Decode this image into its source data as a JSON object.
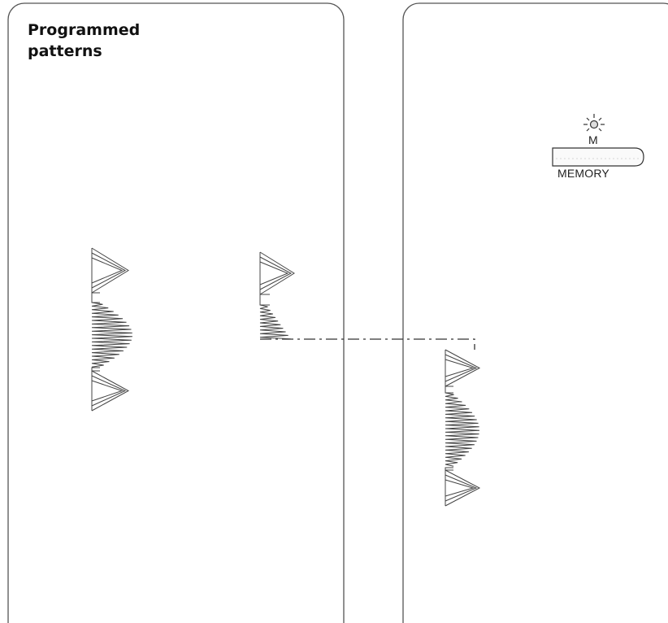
{
  "panel_left": {
    "title_line1": "Programmed",
    "title_line2": "patterns"
  },
  "memory_control": {
    "indicator_letter": "M",
    "button_label": "MEMORY"
  },
  "colors": {
    "stroke": "#333333",
    "panel_border": "#555555"
  }
}
